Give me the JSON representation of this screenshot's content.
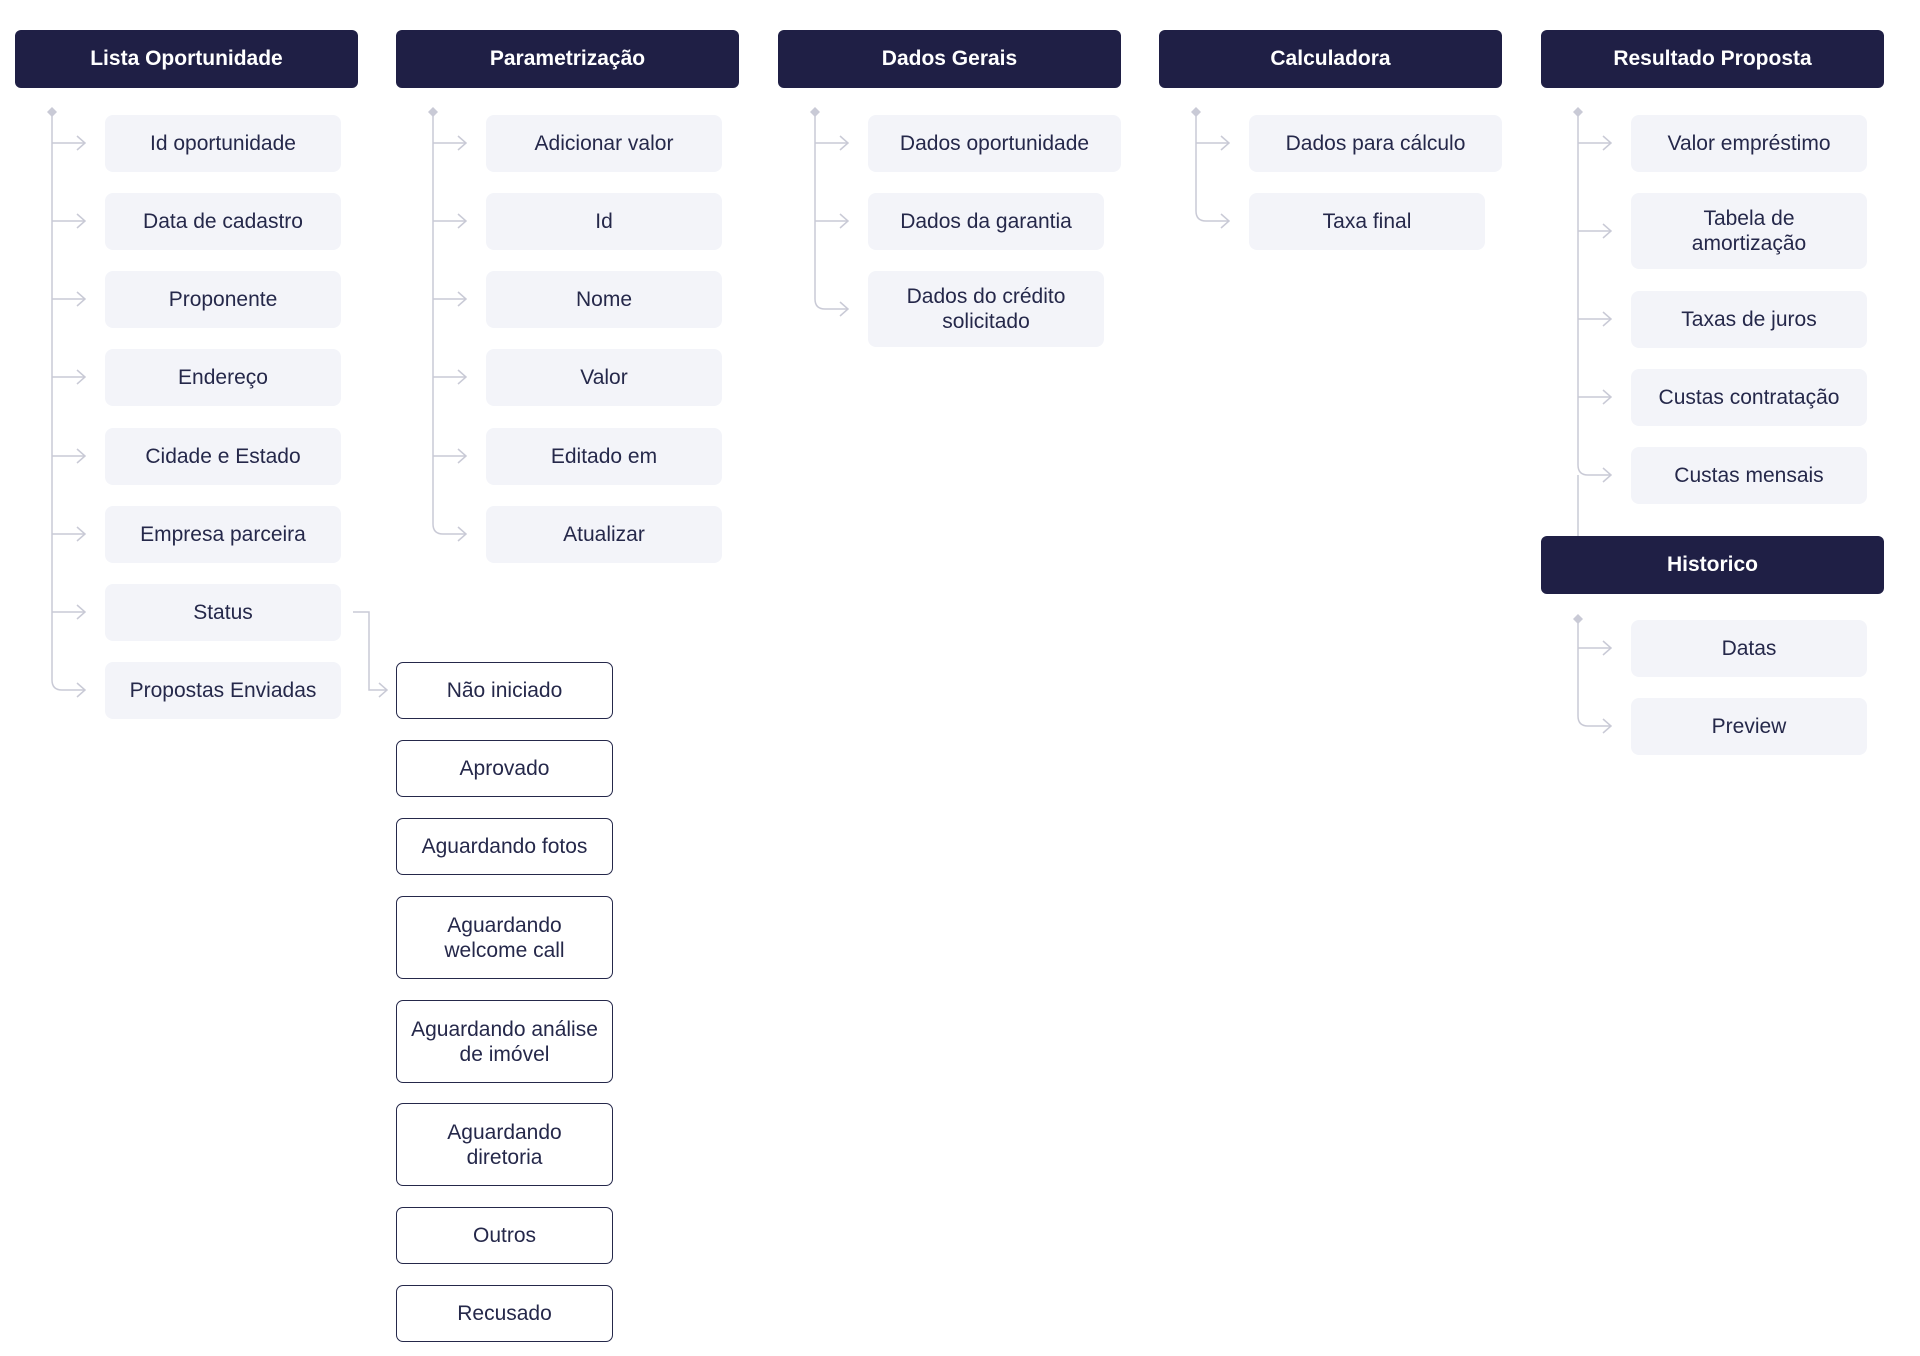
{
  "colors": {
    "header_bg": "#1f1f45",
    "item_bg": "#f3f4f9",
    "connector": "#c9cad6",
    "text": "#25284a"
  },
  "columns": {
    "lista": {
      "title": "Lista Oportunidade",
      "items": [
        "Id oportunidade",
        "Data de cadastro",
        "Proponente",
        "Endereço",
        "Cidade e Estado",
        "Empresa parceira",
        "Status",
        "Propostas Enviadas"
      ]
    },
    "param": {
      "title": "Parametrização",
      "items": [
        "Adicionar valor",
        "Id",
        "Nome",
        "Valor",
        "Editado em",
        "Atualizar"
      ]
    },
    "dados": {
      "title": "Dados Gerais",
      "items": [
        "Dados oportunidade",
        "Dados da garantia",
        "Dados do crédito solicitado"
      ]
    },
    "calc": {
      "title": "Calculadora",
      "items": [
        "Dados para cálculo",
        "Taxa final"
      ]
    },
    "resultado": {
      "title": "Resultado Proposta",
      "items": [
        "Valor empréstimo",
        "Tabela de amortização",
        "Taxas de juros",
        "Custas contratação",
        "Custas mensais"
      ]
    },
    "historico": {
      "title": "Historico",
      "items": [
        "Datas",
        "Preview"
      ]
    }
  },
  "status_options": [
    "Não iniciado",
    "Aprovado",
    "Aguardando fotos",
    "Aguardando welcome call",
    "Aguardando análise de imóvel",
    "Aguardando diretoria",
    "Outros",
    "Recusado"
  ]
}
